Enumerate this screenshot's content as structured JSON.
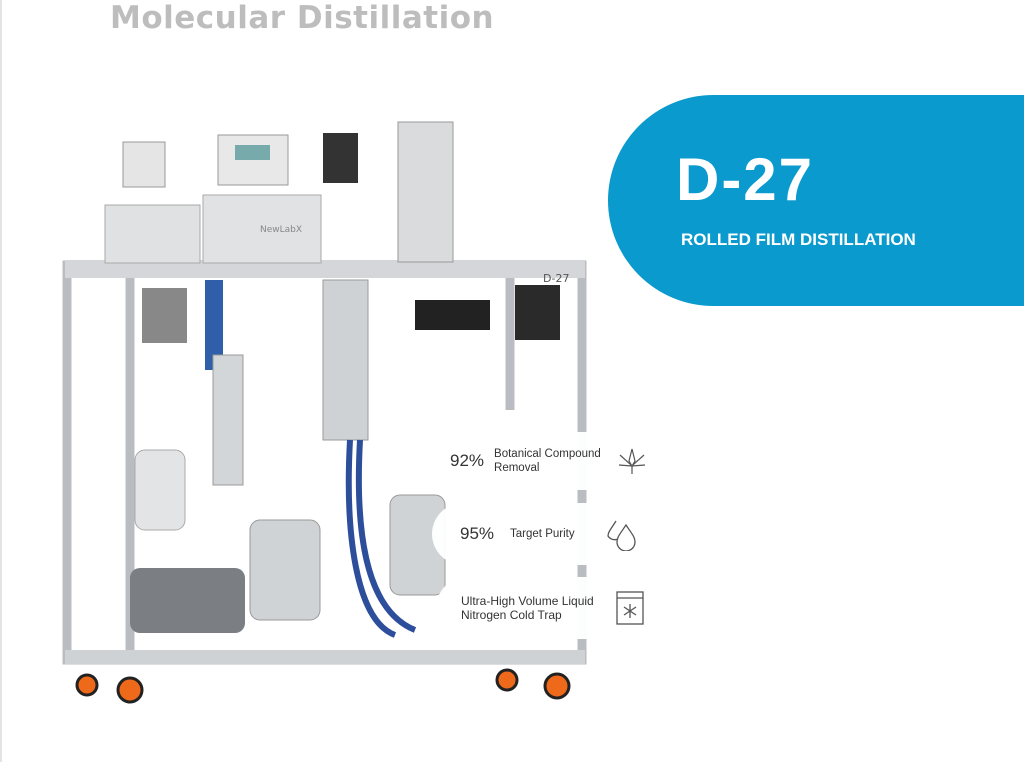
{
  "header": {
    "title": "Molecular Distillation"
  },
  "banner": {
    "model": "D-27",
    "subtitle": "ROLLED FILM DISTILLATION",
    "color": "#0a9acd"
  },
  "machine": {
    "frame_label": "D-27",
    "brand": "NewLabX"
  },
  "features": [
    {
      "value": "92%",
      "label": "Botanical Compound Removal",
      "icon": "cannabis-leaf-icon"
    },
    {
      "value": "95%",
      "label": "Target Purity",
      "icon": "droplets-icon"
    },
    {
      "value": "",
      "label": "Ultra-High Volume Liquid Nitrogen Cold Trap",
      "icon": "snowflake-freezer-icon"
    }
  ]
}
